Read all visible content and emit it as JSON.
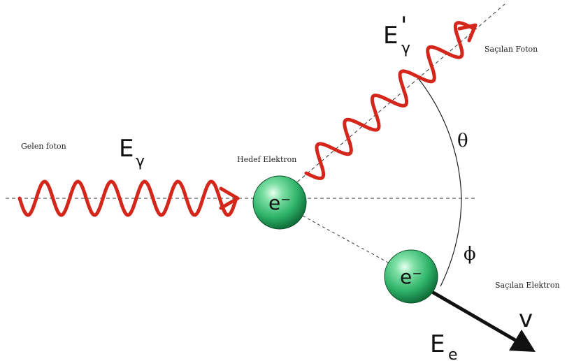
{
  "labels": {
    "incoming_photon": "Gelen foton",
    "target_electron": "Hedef Elektron",
    "scattered_photon": "Saçılan Foton",
    "scattered_electron": "Saçılan Elektron"
  },
  "symbols": {
    "incoming_energy_main": "E",
    "incoming_energy_sub": "γ",
    "scattered_energy_main": "E",
    "scattered_energy_prime": "'",
    "scattered_energy_sub": "γ",
    "electron_energy_main": "E",
    "electron_energy_sub": "e",
    "theta": "θ",
    "phi": "ϕ",
    "velocity": "v"
  },
  "electrons": {
    "target_charge": "e⁻",
    "scattered_charge": "e⁻"
  },
  "colors": {
    "photon_wave": "#d4261a",
    "electron_sphere": "#2fb36a",
    "electron_sphere_dark": "#0f6b37",
    "dashed_line": "#333333",
    "velocity_arrow": "#111111"
  }
}
